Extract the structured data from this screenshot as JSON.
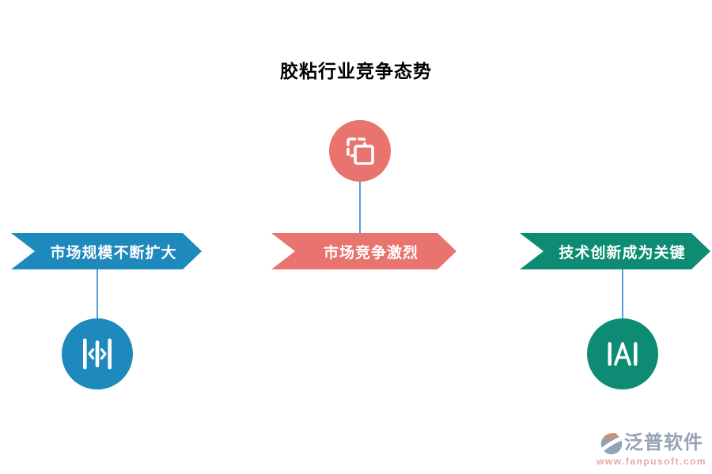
{
  "title": "胶粘行业竞争态势",
  "items": [
    {
      "id": "market-scale",
      "label": "市场规模不断扩大",
      "icon": "expand-horizontal-icon",
      "icon_position": "below",
      "color": "#1E89BC"
    },
    {
      "id": "competition",
      "label": "市场竞争激烈",
      "icon": "copy-icon",
      "icon_position": "above",
      "color": "#E8736F"
    },
    {
      "id": "innovation",
      "label": "技术创新成为关键",
      "icon": "text-width-icon",
      "icon_position": "below",
      "color": "#0D8C73"
    }
  ],
  "colors": {
    "banner_blue": "#1E89BC",
    "banner_red": "#E8736F",
    "banner_green": "#0D8C73",
    "circle_blue": "#1E89BC",
    "circle_pink": "#E8736F",
    "circle_green": "#0D8C73",
    "connector": "#5B9BD5",
    "banner_text": "#FFFFFF",
    "title_text": "#000000",
    "watermark_brand": "#95A3B5",
    "watermark_url": "#E2A9A3",
    "watermark_logo_gray": "#93A2B4",
    "watermark_logo_orange": "#D98C5F"
  },
  "watermark": {
    "brand": "泛普软件",
    "url": "www.fanpusoft.com"
  }
}
